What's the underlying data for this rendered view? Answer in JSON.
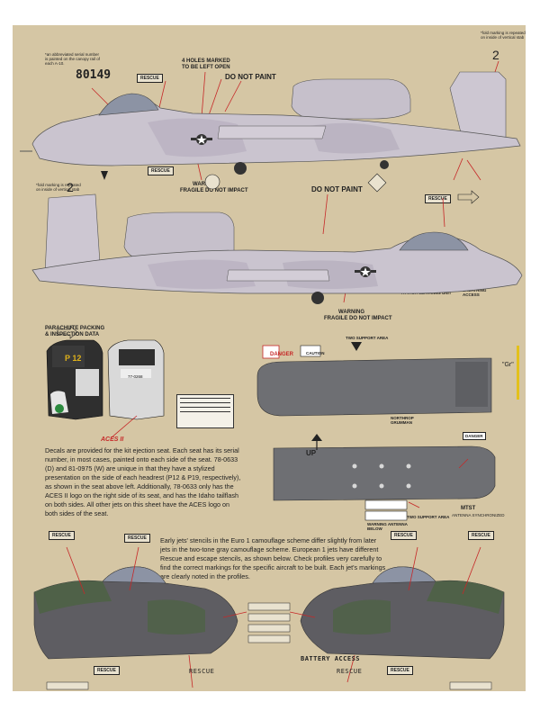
{
  "top_profile": {
    "serial_note": "*an abbreviated serial number is painted on the canopy rail of each A-10.",
    "serial": "80149",
    "rescue_label": "RESCUE",
    "four_holes": "4 HOLES MARKED TO BE LEFT OPEN",
    "do_not_paint": "DO NOT PAINT",
    "fold_marking": "*fold marking is repeated on inside of vertical stab",
    "tail_number": "2",
    "warning_label": "WARNING",
    "fragile": "FRAGILE DO NOT IMPACT",
    "rescue_below": "RESCUE"
  },
  "bottom_profile": {
    "fold_marking": "*fold marking is repeated on inside of vertical stab",
    "tail_number": "2",
    "do_not_paint": "DO NOT PAINT",
    "rescue_label": "RESCUE",
    "warning_label": "WARNING",
    "fragile": "FRAGILE DO NOT IMPACT",
    "oxygen": "WARNING OXYGEN BUST LINE DO NOT CAP OR ATTACH SERVICING UNIT",
    "liquid_oxygen": "LIQUID OXYGEN BREATHING ACCESS"
  },
  "seat": {
    "heading_line1": "PARACHUTE PACKING",
    "heading_line2": "& INSPECTION DATA",
    "headrest_code": "P 12",
    "tag_code": "77-0268",
    "logo": "ACES II",
    "paragraph": "Decals are provided for the kit ejection seat. Each seat has its serial number, in most cases, painted onto each side of the seat. 78-0633 (D) and 81-0975 (W) are unique in that they have a stylized presentation on the side of each headrest (P12 & P19, respectively), as shown in the seat above left. Additionally, 78-0633 only has the ACES II logo on the right side of its seat, and has the Idaho tailflash on both sides. All other jets on this sheet have the ACES logo on both sides of the seat."
  },
  "pylons": {
    "danger_label": "DANGER",
    "caution_label": "CAUTION",
    "two_support": "TWO SUPPORT AREA",
    "up_label": "UP",
    "northrop": "NORTHROP GRUMMAN",
    "danger2": "DANGER",
    "warning_antenna": "WARNING ANTENNA BELOW",
    "mtst": "MTST",
    "mtst_sub": "ANTENNA SYNCHRONIZED",
    "two_support_2": "TWO SUPPORT AREA",
    "quote_label": "\"Gr\""
  },
  "nose": {
    "paragraph": "Early jets' stencils in the Euro 1 camouflage scheme differ slightly from later jets in the two-tone gray camouflage scheme. European 1 jets have different Rescue and escape stencils, as shown below. Check profiles very carefully to find the correct markings for the specific aircraft to be built. Each jet's markings are clearly noted in the profiles.",
    "rescue_tl1": "RESCUE",
    "rescue_tl2": "RESCUE",
    "rescue_tr1": "RESCUE",
    "rescue_tr2": "RESCUE",
    "rescue_bl": "RESCUE",
    "rescue_bl2": "RESCUE",
    "battery": "BATTERY ACCESS",
    "rescue_br": "RESCUE",
    "rescue_br2": "RESCUE"
  },
  "colors": {
    "sheet": "#d5c6a4",
    "gray_light": "#c9c3cf",
    "gray_mid": "#a9a4b0",
    "gray_dark": "#6d6e72",
    "euro_green": "#4f6148",
    "euro_gray": "#5e5d62",
    "accent_red": "#c62828"
  }
}
